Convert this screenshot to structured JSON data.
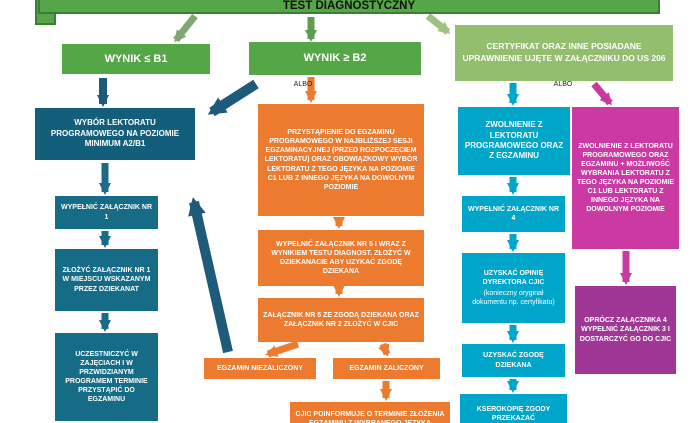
{
  "title": "TEST DIAGNOSTYCZNY",
  "connectors": {
    "albo_mid": "ALBO",
    "albo_right": "ALBO"
  },
  "colors": {
    "green": "#55a646",
    "light_green": "#93be6e",
    "teal": "#166b86",
    "cyan": "#00a6ca",
    "orange": "#ec7a2f",
    "magenta": "#ca3aa2",
    "purple": "#a03797",
    "arrow_navy": "#1e5a7a"
  },
  "nodes": {
    "result_b1": "WYNIK ≤ B1",
    "result_b2": "WYNIK ≥ B2",
    "certificate": "CERTYFIKAT ORAZ INNE POSIADANE UPRAWNIENIE UJĘTE W ZAŁĄCZNIKU DO US 206",
    "choose_lektorat": "WYBÓR LEKTORATU PROGRAMOWEGO NA POZIOMIE MINIMUM A2/B1",
    "fill_attachment_1": "WYPEŁNIĆ ZAŁĄCZNIK NR 1",
    "submit_attachment_1": "ZŁOŻYĆ ZAŁĄCZNIK NR 1 W MIEJSCU WSKAZANYM PRZEZ DZIEKANAT",
    "attend_classes": "UCZESTNICZYĆ W ZAJĘCIACH I W PRZWIDZIANYM PROGRAMEM TERMINIE PRZYSTĄPIĆ DO EGZAMINU",
    "exam_entry": "PRZYSTĄPIENIE DO EGZAMINU PROGRAMOWEGO W NAJBLIŻSZEJ SESJI EGZAMINACYJNEJ (PRZED ROZPOCZĘCIEM LEKTORATU) ORAZ OBOWIĄZKOWY WYBÓR LEKTORATU Z TEGO JĘZYKA NA POZIOMIE C1 LUB Z INNEGO JĘZYKA NA DOWOLNYM POZIOMIE",
    "fill_attachment_5": "WYPEŁNIĆ ZAŁĄCZNIK NR 5 I WRAZ Z WYNIKIEM TESTU DIAGNOST. ZŁOŻYĆ W DZIEKANACIE ABY UZYKAĆ ZGODĘ DZIEKANA",
    "attachment_5_consent": "ZAŁĄCZNIK NR 5 ZE ZGODĄ DZIEKANA ORAZ ZAŁĄCZNIK NR 2 ZŁOŻYĆ W CJIC",
    "exam_failed": "EGZAMIN NIEZALICZONY",
    "exam_passed": "EGZAMIN ZALICZONY",
    "cjic_info": "CJIC POINFORMUJE O TERMINIE ZŁOŻENIA EGZAMINU Z WYBRANEGO JĘZYKA",
    "exemption_program": "ZWOLNIENIE Z LEKTORATU PROGRAMOWEGO ORAZ Z EGZAMINU",
    "fill_attachment_4": "WYPEŁNIĆ ZAŁĄCZNIK NR 4",
    "director_opinion": "UZYSKAĆ OPINIĘ DYREKTORA CJIC",
    "director_opinion_note": "(konieczny oryginał dokumentu np. certyfikatu)",
    "dean_consent": "UZYSKAĆ ZGODĘ DZIEKANA",
    "copy_consent": "KSEROKOPIĘ ZGODY PRZEKAZAĆ",
    "exemption_plus": "ZWOLNIENIE Z LEKTORATU PROGRAMOWEGO ORAZ EGZAMINU + MOŻLIWOŚĆ WYBRANIA LEKTORATU Z TEGO JĘZYKA NA POZIOMIE C1 LUB LEKTORATU Z INNEGO JĘZYKA NA DOWOLNYM POZIOMIE",
    "besides_attachment_4": "OPRÓCZ ZAŁĄCZNIKA 4 WYPEŁNIĆ ZAŁĄCZNIK 3 I DOSTARCZYĆ GO DO CJIC"
  }
}
